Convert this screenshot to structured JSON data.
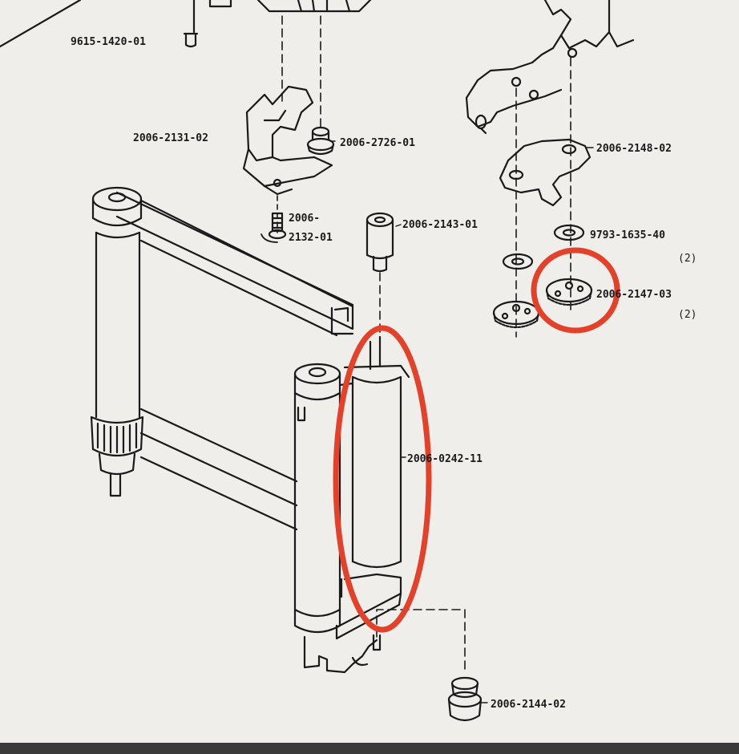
{
  "diagram": {
    "part_numbers": {
      "p9615_1420_01": "9615-1420-01",
      "p2006_2131_02": "2006-2131-02",
      "p2006_2726_01": "2006-2726-01",
      "p2006_2148_02": "2006-2148-02",
      "p2006_2132_01_top": "2006-",
      "p2006_2132_01_bottom": "2132-01",
      "p2006_2143_01": "2006-2143-01",
      "p9793_1635_40": "9793-1635-40",
      "p9793_qty": "(2)",
      "p2006_2147_03": "2006-2147-03",
      "p2147_qty": "(2)",
      "p2006_0242_11": "2006-0242-11",
      "p2006_2144_02": "2006-2144-02"
    },
    "annotation_color": "#e3412a",
    "line_color": "#1a1a1a"
  }
}
